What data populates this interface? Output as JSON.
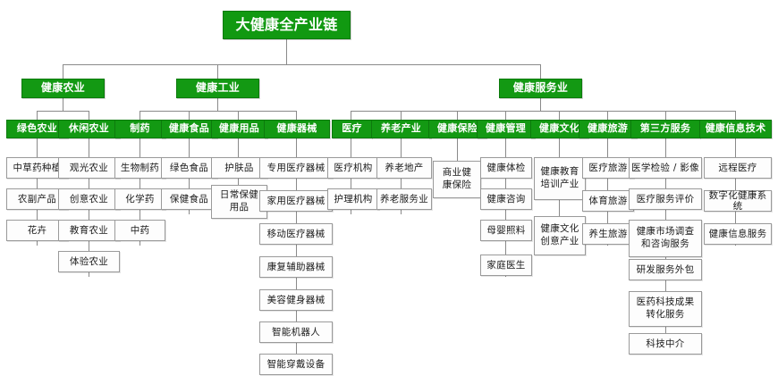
{
  "diagram": {
    "type": "organization-tree",
    "title": "大健康全产业链",
    "colors": {
      "node_green": "#139913",
      "node_text": "#ffffff",
      "leaf_fill": "#fdfdfd",
      "leaf_border": "#9a9a9a",
      "line": "#8a8a8a",
      "background": "#ffffff"
    },
    "branches": [
      {
        "label": "健康农业",
        "categories": [
          {
            "label": "绿色农业",
            "items": [
              "中草药种植",
              "农副产品",
              "花卉"
            ]
          },
          {
            "label": "休闲农业",
            "items": [
              "观光农业",
              "创意农业",
              "教育农业",
              "体验农业"
            ]
          }
        ]
      },
      {
        "label": "健康工业",
        "categories": [
          {
            "label": "制药",
            "items": [
              "生物制药",
              "化学药",
              "中药"
            ]
          },
          {
            "label": "健康食品",
            "items": [
              "绿色食品",
              "保健食品"
            ]
          },
          {
            "label": "健康用品",
            "items": [
              "护肤品",
              "日常保健用品"
            ]
          },
          {
            "label": "健康器械",
            "items": [
              "专用医疗器械",
              "家用医疗器械",
              "移动医疗器械",
              "康复辅助器械",
              "美容健身器械",
              "智能机器人",
              "智能穿戴设备"
            ]
          }
        ]
      },
      {
        "label": "健康服务业",
        "categories": [
          {
            "label": "医疗",
            "items": [
              "医疗机构",
              "护理机构"
            ]
          },
          {
            "label": "养老产业",
            "items": [
              "养老地产",
              "养老服务业"
            ]
          },
          {
            "label": "健康保险",
            "items": [
              "商业健康保险"
            ]
          },
          {
            "label": "健康管理",
            "items": [
              "健康体检",
              "健康咨询",
              "母婴照料",
              "家庭医生"
            ]
          },
          {
            "label": "健康文化",
            "items": [
              "健康教育培训产业",
              "健康文化创意产业"
            ]
          },
          {
            "label": "健康旅游",
            "items": [
              "医疗旅游",
              "体育旅游",
              "养生旅游"
            ]
          },
          {
            "label": "第三方服务",
            "items": [
              "医学检验 / 影像",
              "医疗服务评价",
              "健康市场调查和咨询服务",
              "研发服务外包",
              "医药科技成果转化服务",
              "科技中介"
            ]
          },
          {
            "label": "健康信息技术",
            "items": [
              "远程医疗",
              "数字化健康系统",
              "健康信息服务"
            ]
          }
        ]
      }
    ]
  }
}
